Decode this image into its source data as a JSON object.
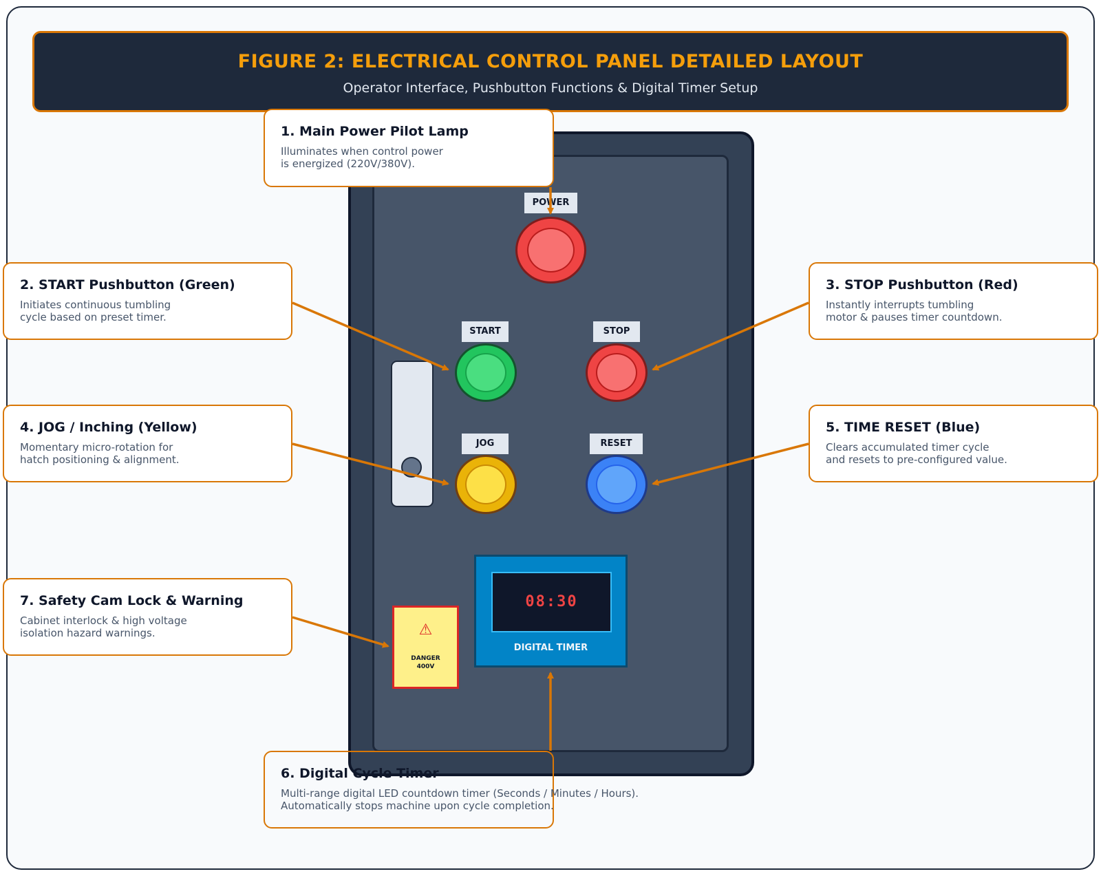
{
  "header": {
    "title": "FIGURE 2: ELECTRICAL CONTROL PANEL DETAILED LAYOUT",
    "subtitle": "Operator Interface, Pushbutton Functions & Digital Timer Setup"
  },
  "panel": {
    "labels": {
      "power": "POWER",
      "start": "START",
      "stop": "STOP",
      "jog": "JOG",
      "reset": "RESET"
    },
    "timer": {
      "display": "08:30",
      "label": "DIGITAL TIMER"
    },
    "warning": {
      "symbol": "⚠",
      "line1": "DANGER",
      "line2": "400V"
    }
  },
  "callouts": {
    "c1": {
      "title": "1. Main Power Pilot Lamp",
      "desc": "Illuminates when control power\nis energized (220V/380V)."
    },
    "c2": {
      "title": "2. START Pushbutton (Green)",
      "desc": "Initiates continuous tumbling\ncycle based on preset timer."
    },
    "c3": {
      "title": "3. STOP Pushbutton (Red)",
      "desc": "Instantly interrupts tumbling\nmotor & pauses timer countdown."
    },
    "c4": {
      "title": "4. JOG / Inching (Yellow)",
      "desc": "Momentary micro-rotation for\nhatch positioning & alignment."
    },
    "c5": {
      "title": "5. TIME RESET (Blue)",
      "desc": "Clears accumulated timer cycle\nand resets to pre-configured value."
    },
    "c6": {
      "title": "6. Digital Cycle Timer",
      "desc": "Multi-range digital LED countdown timer (Seconds / Minutes / Hours).\nAutomatically stops machine upon cycle completion."
    },
    "c7": {
      "title": "7. Safety Cam Lock & Warning",
      "desc": "Cabinet interlock & high voltage\nisolation hazard warnings."
    }
  },
  "colors": {
    "accent": "#d97706",
    "title": "#f59e0b",
    "power": "#ef4444",
    "start": "#22c55e",
    "stop": "#ef4444",
    "jog": "#eab308",
    "reset": "#3b82f6"
  }
}
